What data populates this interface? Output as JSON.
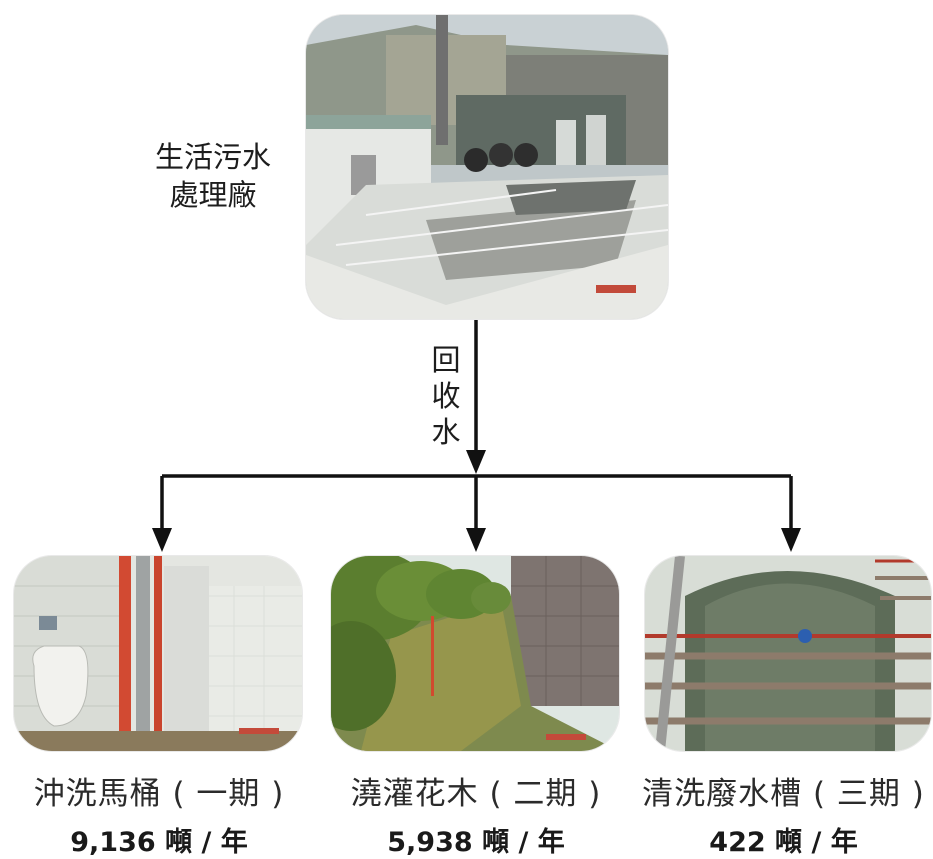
{
  "plant": {
    "label_line1": "生活污水",
    "label_line2": "處理廠"
  },
  "recycle": {
    "chars": [
      "回",
      "收",
      "水"
    ]
  },
  "uses": [
    {
      "caption": "沖洗馬桶 ( 一期 )",
      "amount": "9,136 噸 / 年"
    },
    {
      "caption": "澆灌花木 ( 二期 )",
      "amount": "5,938 噸 / 年"
    },
    {
      "caption": "清洗廢水槽 ( 三期 )",
      "amount": "422 噸 / 年"
    }
  ],
  "colors": {
    "line": "#111111"
  },
  "icons": [
    "treatment-plant-photo",
    "toilet-flushing-photo",
    "irrigation-photo",
    "tank-cleaning-photo"
  ]
}
